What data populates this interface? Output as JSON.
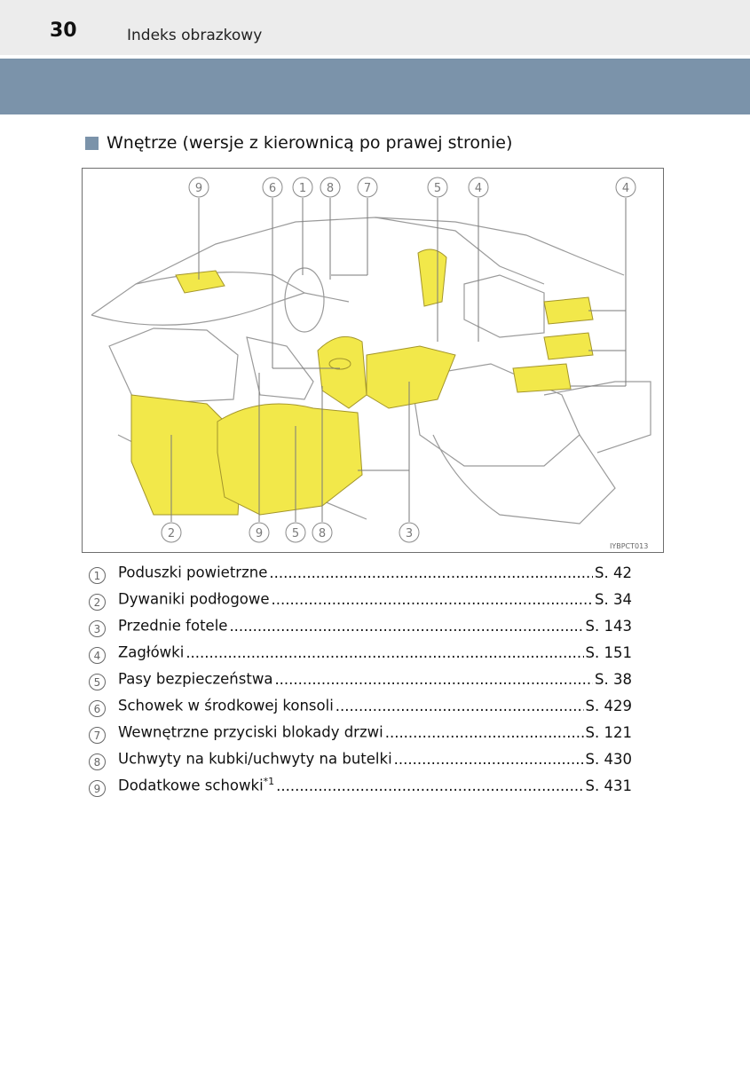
{
  "header": {
    "page_number": "30",
    "title": "Indeks obrazkowy"
  },
  "section": {
    "title": "Wnętrze (wersje z kierownicą po prawej stronie)"
  },
  "figure": {
    "code": "IYBPCT013",
    "callout_labels": [
      "9",
      "6",
      "1",
      "8",
      "7",
      "5",
      "4",
      "4",
      "2",
      "9",
      "5",
      "8",
      "3"
    ]
  },
  "toc": [
    {
      "num": "1",
      "label": "Poduszki powietrzne",
      "sup": "",
      "page": "S. 42"
    },
    {
      "num": "2",
      "label": "Dywaniki podłogowe",
      "sup": "",
      "page": "S. 34"
    },
    {
      "num": "3",
      "label": "Przednie fotele",
      "sup": "",
      "page": "S. 143"
    },
    {
      "num": "4",
      "label": "Zagłówki",
      "sup": "",
      "page": "S. 151"
    },
    {
      "num": "5",
      "label": "Pasy bezpieczeństwa",
      "sup": "",
      "page": "S. 38"
    },
    {
      "num": "6",
      "label": "Schowek w środkowej konsoli",
      "sup": "",
      "page": "S. 429"
    },
    {
      "num": "7",
      "label": "Wewnętrzne przyciski blokady drzwi",
      "sup": "",
      "page": "S. 121"
    },
    {
      "num": "8",
      "label": "Uchwyty na kubki/uchwyty na butelki",
      "sup": "",
      "page": "S. 430"
    },
    {
      "num": "9",
      "label": "Dodatkowe schowki",
      "sup": "*1",
      "page": "S. 431"
    }
  ]
}
